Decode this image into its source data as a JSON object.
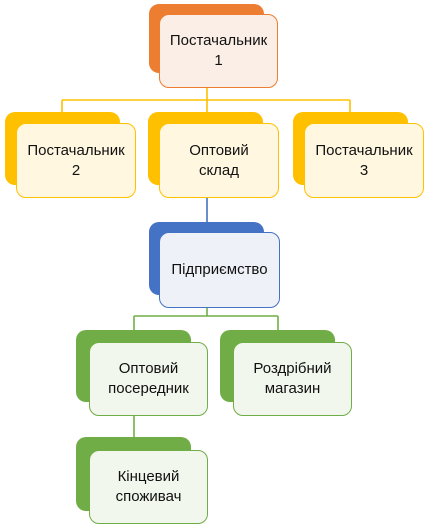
{
  "nodes": {
    "supplier1": "Постачальник\n1",
    "supplier2": "Постачальник\n2",
    "wholesale_warehouse": "Оптовий\nсклад",
    "supplier3": "Постачальник\n3",
    "enterprise": "Підприємство",
    "wholesale_intermediary": "Оптовий\nпосередник",
    "retail_store": "Роздрібний\nмагазин",
    "end_consumer": "Кінцевий\nспоживач"
  },
  "colors": {
    "level1": "#ED7D31",
    "level2": "#FFC000",
    "level3": "#4472C4",
    "level4": "#70AD47"
  }
}
